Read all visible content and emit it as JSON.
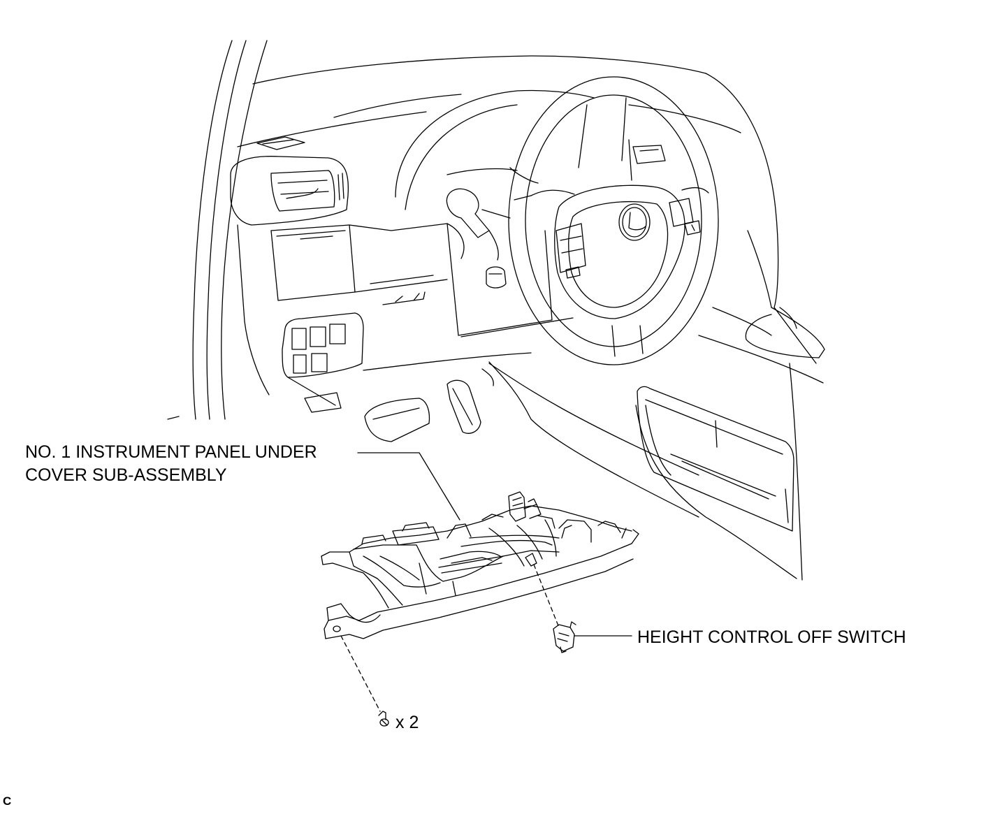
{
  "diagram": {
    "labels": {
      "panel_line_1": "NO. 1 INSTRUMENT PANEL UNDER",
      "panel_line_2": "COVER SUB-ASSEMBLY",
      "switch": "HEIGHT CONTROL OFF SWITCH",
      "quantity": "x 2",
      "corner_code": "C"
    },
    "colors": {
      "ink": "#000000",
      "background": "#ffffff"
    },
    "icons": {
      "steering_wheel_emblem": "lexus-emblem-icon",
      "clip": "screw-clip-icon",
      "switch": "switch-connector-icon"
    }
  }
}
